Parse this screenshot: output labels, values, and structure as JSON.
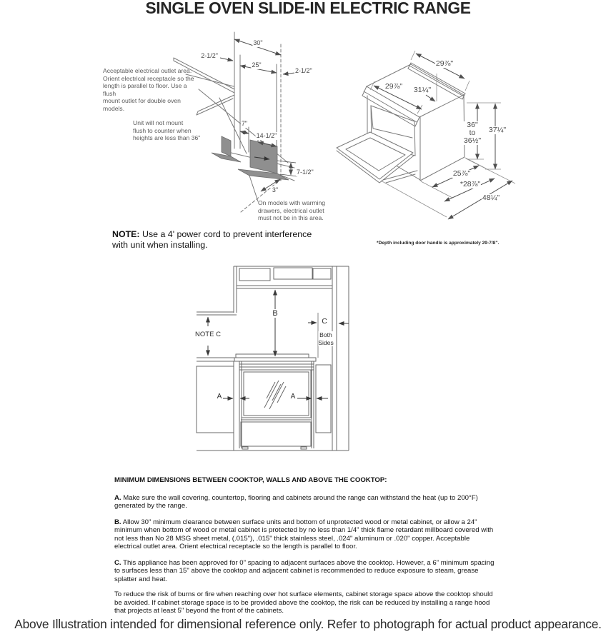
{
  "title": "SINGLE OVEN SLIDE-IN ELECTRIC RANGE",
  "colors": {
    "diagram_line": "#7a7a7a",
    "shade_gray": "#8f8f8f",
    "text": "#1a1a1a"
  },
  "outlet": {
    "callout_area": "Acceptable electrical outlet area.\nOrient electrical receptacle so the\nlength is parallel to floor. Use a flush\nmount outlet for double oven models.",
    "callout_flush": "Unit will not mount\nflush to counter when\nheights are less than 36\"",
    "callout_warming": "On models with warming\ndrawers, electrical outlet\nmust not be in this area.",
    "dims": {
      "w30": "30\"",
      "off_left": "2-1/2\"",
      "w25": "25\"",
      "off_right": "2-1/2\"",
      "w7": "7\"",
      "w14": "14-1/2\"",
      "h7": "7-1/2\"",
      "d3": "3\""
    }
  },
  "note": {
    "label": "NOTE:",
    "text": " Use a 4' power cord to prevent interference with unit when installing."
  },
  "range": {
    "dims": {
      "top_depth": "29⅞\"",
      "back_width": "29⅞\"",
      "cooktop_width": "31¼\"",
      "height_range": "36\"\nto\n36½\"",
      "height_total": "37¼\"",
      "depth_body": "25⅞\"",
      "depth_handle": "*28⅞\"",
      "depth_door_open": "48¼\""
    },
    "footnote": "*Depth including door handle is approximately 29-7/8\"."
  },
  "clearance": {
    "b": "B",
    "c": "C",
    "c_sides": "Both\nSides",
    "note_c": "NOTE C",
    "a_left": "A",
    "a_right": "A"
  },
  "specs": {
    "heading": "MINIMUM DIMENSIONS BETWEEN COOKTOP, WALLS AND ABOVE THE COOKTOP:",
    "a_label": "A.",
    "a_text": "  Make sure the wall covering, countertop, flooring and cabinets around the range can withstand the heat (up to 200°F) generated by the range.",
    "b_label": "B.",
    "b_text": "  Allow 30\" minimum clearance between surface units and bottom of unprotected wood or metal cabinet, or allow a 24\" minimum when bottom of wood or metal cabinet is protected by no less than 1/4\" thick flame retardant millboard covered with not less than No 28 MSG sheet metal, (.015\"), .015\" thick stainless steel, .024\" aluminum or .020\" copper. Acceptable electrical outlet area. Orient electrical receptacle so the length is parallel to floor.",
    "c_label": "C.",
    "c_text": " This appliance has been approved for 0\" spacing to adjacent surfaces above the cooktop. However, a 6\" minimum spacing to surfaces less than 15\" above the cooktop and adjacent cabinet is recommended to reduce exposure to steam, grease splatter and heat.",
    "paragraph": "To reduce the risk of burns or fire when reaching over hot surface elements, cabinet storage space above the cooktop should be avoided. If cabinet storage space is to be provided above the cooktop, the risk can be reduced by installing a range hood that projects at least 5\" beyond the front of the cabinets."
  },
  "footer": "Above Illustration intended for dimensional reference only. Refer to photograph for actual product appearance."
}
